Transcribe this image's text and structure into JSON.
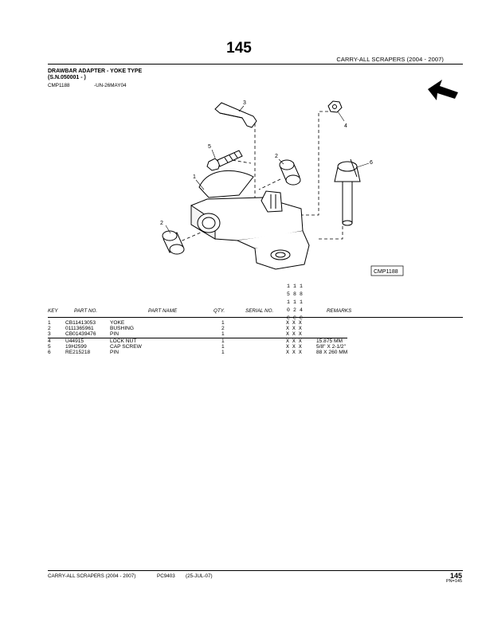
{
  "page_number": "145",
  "section_title": "CARRY-ALL SCRAPERS (2004 - 2007)",
  "assembly": {
    "title": "DRAWBAR ADAPTER - YOKE TYPE",
    "serial": "(S.N.050001 - )",
    "ref_code": "CMP1188",
    "ref_date": "-UN-26MAY04"
  },
  "illustration": {
    "box_label": "CMP1188",
    "callouts": [
      "1",
      "2",
      "2",
      "3",
      "4",
      "5",
      "6"
    ],
    "icons": [
      "direction-arrow-icon"
    ]
  },
  "model_columns": [
    [
      "1",
      "5",
      "1",
      "0",
      "C"
    ],
    [
      "1",
      "8",
      "1",
      "2",
      "C"
    ],
    [
      "1",
      "8",
      "1",
      "4",
      "C"
    ]
  ],
  "table": {
    "headers": {
      "key": "KEY",
      "part_no": "PART NO.",
      "part_name": "PART NAME",
      "qty": "QTY.",
      "serial_no": "SERIAL NO.",
      "remarks": "REMARKS"
    },
    "rows": [
      {
        "key": "1",
        "part_no": "CB11413053",
        "name": "YOKE",
        "qty": "1",
        "x": "X X X",
        "remarks": ""
      },
      {
        "key": "2",
        "part_no": "0111365961",
        "name": "BUSHING",
        "qty": "2",
        "x": "X X X",
        "remarks": ""
      },
      {
        "key": "3",
        "part_no": "CB01439476",
        "name": "PIN",
        "qty": "1",
        "x": "X X X",
        "remarks": ""
      },
      {
        "key": "4",
        "part_no": "U44915",
        "name": "LOCK NUT",
        "qty": "1",
        "x": "X X X",
        "remarks": "15.875 MM"
      },
      {
        "key": "5",
        "part_no": "19H2599",
        "name": "CAP SCREW",
        "qty": "1",
        "x": "X X X",
        "remarks": "5/8\" X 2-1/2\""
      },
      {
        "key": "6",
        "part_no": "RE215218",
        "name": "PIN",
        "qty": "1",
        "x": "X X X",
        "remarks": "88 X 260 MM"
      }
    ]
  },
  "footer": {
    "section": "CARRY-ALL SCRAPERS (2004 - 2007)",
    "code": "PC9403",
    "date": "(25-JUL-07)",
    "page": "145",
    "pn": "PN=145"
  }
}
